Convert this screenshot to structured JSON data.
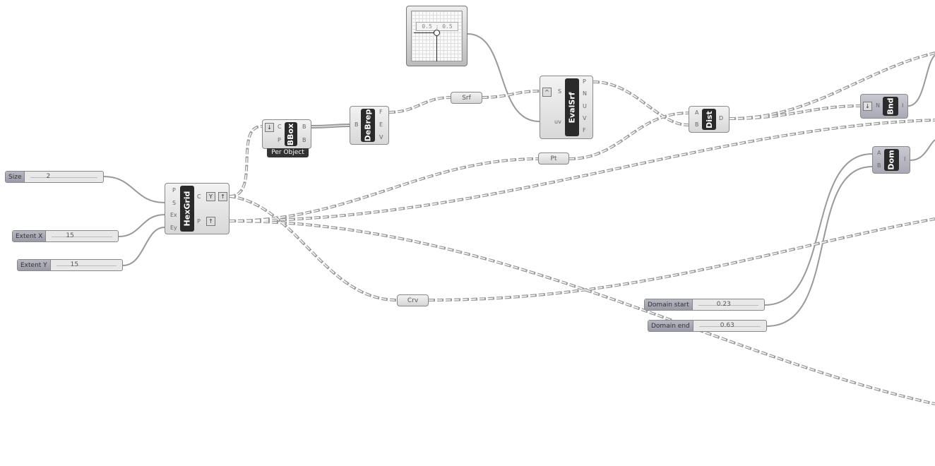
{
  "sliders": {
    "size": {
      "label": "Size",
      "value": "2"
    },
    "extent_x": {
      "label": "Extent X",
      "value": "15"
    },
    "extent_y": {
      "label": "Extent Y",
      "value": "15"
    },
    "domain_start": {
      "label": "Domain start",
      "value": "0.23"
    },
    "domain_end": {
      "label": "Domain end",
      "value": "0.63"
    }
  },
  "hexgrid": {
    "name": "HexGrid",
    "inputs": [
      "P",
      "S",
      "Ex",
      "Ey"
    ],
    "outputs": [
      "C",
      "P"
    ]
  },
  "bbox": {
    "name": "BBox",
    "inputs": [
      "C",
      "P"
    ],
    "outputs": [
      "B",
      "B"
    ],
    "mode": "Per Object"
  },
  "debrep": {
    "name": "DeBrep",
    "inputs": [
      "B"
    ],
    "outputs": [
      "F",
      "E",
      "V"
    ]
  },
  "mdslider": {
    "value": "0.5 ; 0.5"
  },
  "params": {
    "srf": "Srf",
    "pt": "Pt",
    "crv": "Crv"
  },
  "evalsrf": {
    "name": "EvalSrf",
    "inputs": [
      "S",
      "uv"
    ],
    "outputs": [
      "P",
      "N",
      "U",
      "V",
      "F"
    ]
  },
  "dist": {
    "name": "Dist",
    "inputs": [
      "A",
      "B"
    ],
    "outputs": [
      "D"
    ]
  },
  "bnd": {
    "name": "Bnd",
    "inputs": [
      "N"
    ],
    "outputs": [
      "I"
    ]
  },
  "dom": {
    "name": "Dom",
    "inputs": [
      "A",
      "B"
    ],
    "outputs": [
      "I"
    ]
  }
}
